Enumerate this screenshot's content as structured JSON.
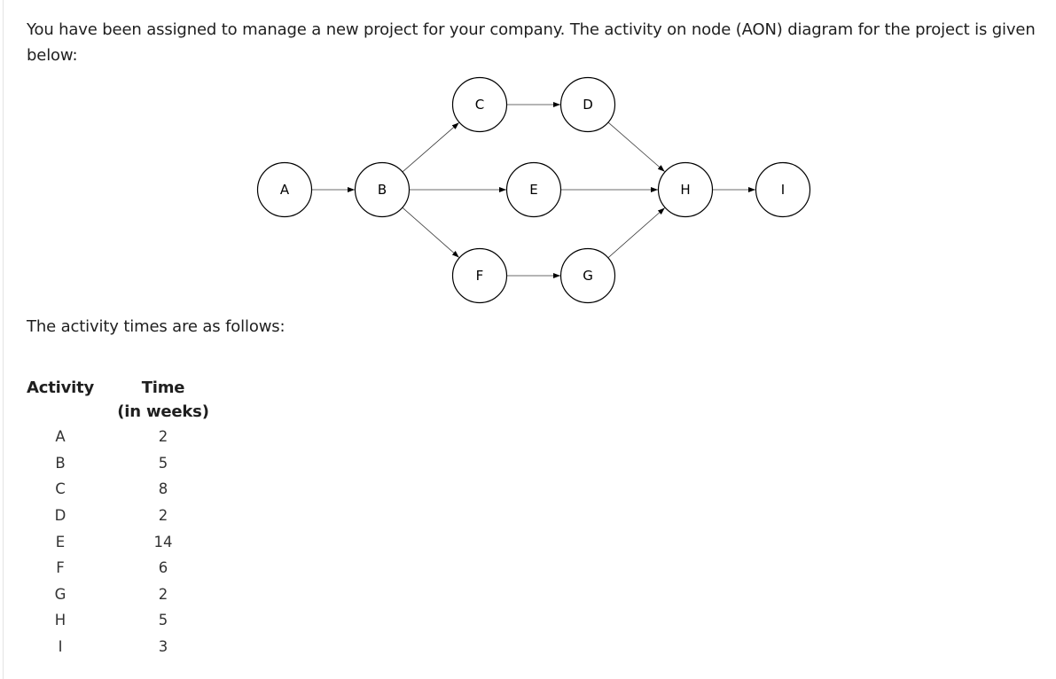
{
  "intro_text": "You have been assigned to manage a new project for your company. The activity on node (AON) diagram for the project is given below:",
  "diagram": {
    "nodes": [
      {
        "id": "A",
        "label": "A"
      },
      {
        "id": "B",
        "label": "B"
      },
      {
        "id": "C",
        "label": "C"
      },
      {
        "id": "D",
        "label": "D"
      },
      {
        "id": "E",
        "label": "E"
      },
      {
        "id": "F",
        "label": "F"
      },
      {
        "id": "G",
        "label": "G"
      },
      {
        "id": "H",
        "label": "H"
      },
      {
        "id": "I",
        "label": "I"
      }
    ],
    "edges": [
      {
        "from": "A",
        "to": "B"
      },
      {
        "from": "B",
        "to": "C"
      },
      {
        "from": "B",
        "to": "E"
      },
      {
        "from": "B",
        "to": "F"
      },
      {
        "from": "C",
        "to": "D"
      },
      {
        "from": "D",
        "to": "H"
      },
      {
        "from": "E",
        "to": "H"
      },
      {
        "from": "F",
        "to": "G"
      },
      {
        "from": "G",
        "to": "H"
      },
      {
        "from": "H",
        "to": "I"
      }
    ]
  },
  "times_intro": "The activity times are as follows:",
  "table": {
    "header_activity": "Activity",
    "header_time_line1": "Time",
    "header_time_line2": "(in weeks)",
    "rows": [
      {
        "activity": "A",
        "time": "2"
      },
      {
        "activity": "B",
        "time": "5"
      },
      {
        "activity": "C",
        "time": "8"
      },
      {
        "activity": "D",
        "time": "2"
      },
      {
        "activity": "E",
        "time": "14"
      },
      {
        "activity": "F",
        "time": "6"
      },
      {
        "activity": "G",
        "time": "2"
      },
      {
        "activity": "H",
        "time": "5"
      },
      {
        "activity": "I",
        "time": "3"
      }
    ]
  }
}
